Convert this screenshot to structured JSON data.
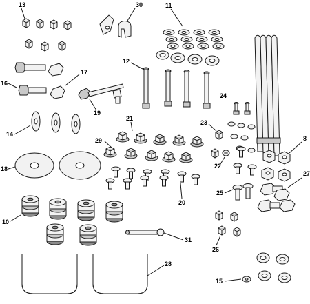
{
  "callouts": {
    "c13": "13",
    "c30": "30",
    "c11": "11",
    "c12": "12",
    "c17": "17",
    "c16": "16",
    "c19": "19",
    "c24": "24",
    "c14": "14",
    "c21": "21",
    "c23": "23",
    "c8": "8",
    "c29": "29",
    "c22": "22",
    "c18": "18",
    "c27": "27",
    "c25": "25",
    "c20": "20",
    "c10": "10",
    "c31": "31",
    "c26": "26",
    "c28": "28",
    "c15": "15"
  },
  "colors": {
    "line": "#1a1a1a",
    "light": "#f2f2f2",
    "mid": "#c9c9c9",
    "dark": "#8c8c8c"
  }
}
